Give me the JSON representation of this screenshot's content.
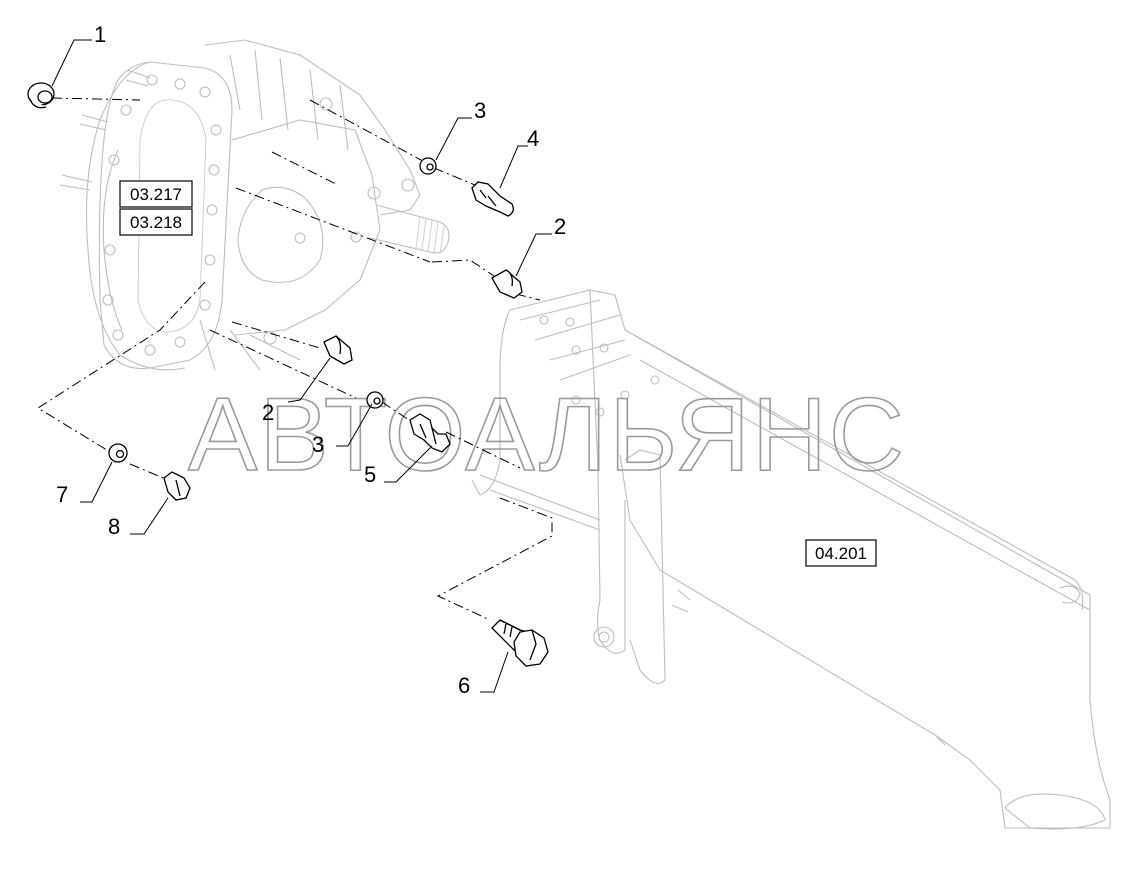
{
  "diagram": {
    "part_callouts": [
      {
        "id": "callout-1",
        "label": "1"
      },
      {
        "id": "callout-3-top",
        "label": "3"
      },
      {
        "id": "callout-4",
        "label": "4"
      },
      {
        "id": "callout-2-right",
        "label": "2"
      },
      {
        "id": "callout-2-left",
        "label": "2"
      },
      {
        "id": "callout-3-mid",
        "label": "3"
      },
      {
        "id": "callout-5",
        "label": "5"
      },
      {
        "id": "callout-7",
        "label": "7"
      },
      {
        "id": "callout-8",
        "label": "8"
      },
      {
        "id": "callout-6",
        "label": "6"
      }
    ],
    "reference_boxes": [
      {
        "id": "ref-03-217",
        "label": "03.217"
      },
      {
        "id": "ref-03-218",
        "label": "03.218"
      },
      {
        "id": "ref-04-201",
        "label": "04.201"
      }
    ],
    "watermark": "АВТОАЛЬЯНС"
  }
}
